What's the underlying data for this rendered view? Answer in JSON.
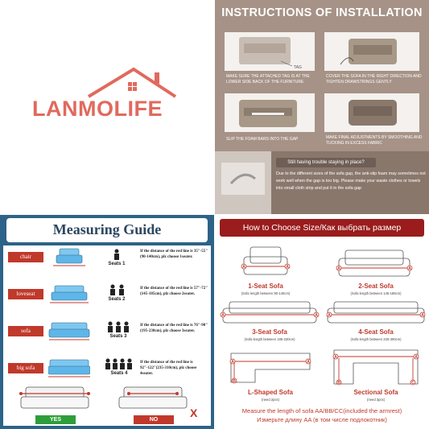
{
  "logo": {
    "text": "LANMOLIFE"
  },
  "installation": {
    "title": "INSTRUCTIONS OF INSTALLATION",
    "tag_label": "TAG",
    "steps": [
      {
        "caption": "MAKE SURE THE ATTACHED TAG IS AT THE LOWER SIDE BACK OF THE FURNITURE"
      },
      {
        "caption": "COVER THE SOFA IN THE RIGHT DIRECTION AND TIGHTEN DRAWSTRINGS GENTLY"
      },
      {
        "caption": "SLIP THE FOAM BARS INTO THE GAP"
      },
      {
        "caption": "MAKE FINAL ADJUSTMENTS BY SMOOTHING AND TUCKING IN EXCESS FABRIC"
      }
    ],
    "help_button": "Still having trouble staying in place?",
    "help_text": "Due to the different sizes of the sofa gap, the anti-slip foam may sometimes not work well when the gap is too big. Please make your waste clothes or towels into small cloth strip and put it in the sofa gap"
  },
  "measuring": {
    "title": "Measuring Guide",
    "rows": [
      {
        "label": "chair",
        "seats": "Seats 1",
        "desc": "If the distance of the red line is 35\"-55\"(90-140cm), plz choose 1seater."
      },
      {
        "label": "loveseat",
        "seats": "Seats 2",
        "desc": "If the distance of the red line is 57\"-72\"(145-185cm), plz choose 2seater."
      },
      {
        "label": "sofa",
        "seats": "Seats 3",
        "desc": "If the distance of the red line is 76\"-90\"(195-230cm), plz choose 3seater."
      },
      {
        "label": "big sofa",
        "seats": "Seats 4",
        "desc": "If the distance of the red line is 92\"-122\"(235-310cm), plz choose 4seater."
      }
    ],
    "yes_label": "YES",
    "no_label": "NO",
    "x_mark": "X"
  },
  "choose": {
    "title": "How to Choose Size/Как выбрать размер",
    "sofas": [
      {
        "name": "1-Seat Sofa",
        "sub": "(Sofa length between 90-140cm)"
      },
      {
        "name": "2-Seat Sofa",
        "sub": "(Sofa length between 145-185cm)"
      },
      {
        "name": "3-Seat Sofa",
        "sub": "(Sofa length between 195-230cm)"
      },
      {
        "name": "4-Seat Sofa",
        "sub": "(Sofa length between 230-300cm)"
      },
      {
        "name": "L-Shaped Sofa",
        "sub": "(need 2pcs)"
      },
      {
        "name": "Sectional Sofa",
        "sub": "(need 3pcs)"
      }
    ],
    "note_en": "Measure the length of sofa AA/BB/CC(included the armrest)",
    "note_ru": "Измерьте длину AA (в том числе подлокотник)",
    "marks": {
      "a": "A",
      "b": "B",
      "c": "C"
    }
  },
  "colors": {
    "brand": "#e06a5d",
    "red": "#c0392b",
    "navy": "#2d6388",
    "taupe": "#a69286"
  }
}
